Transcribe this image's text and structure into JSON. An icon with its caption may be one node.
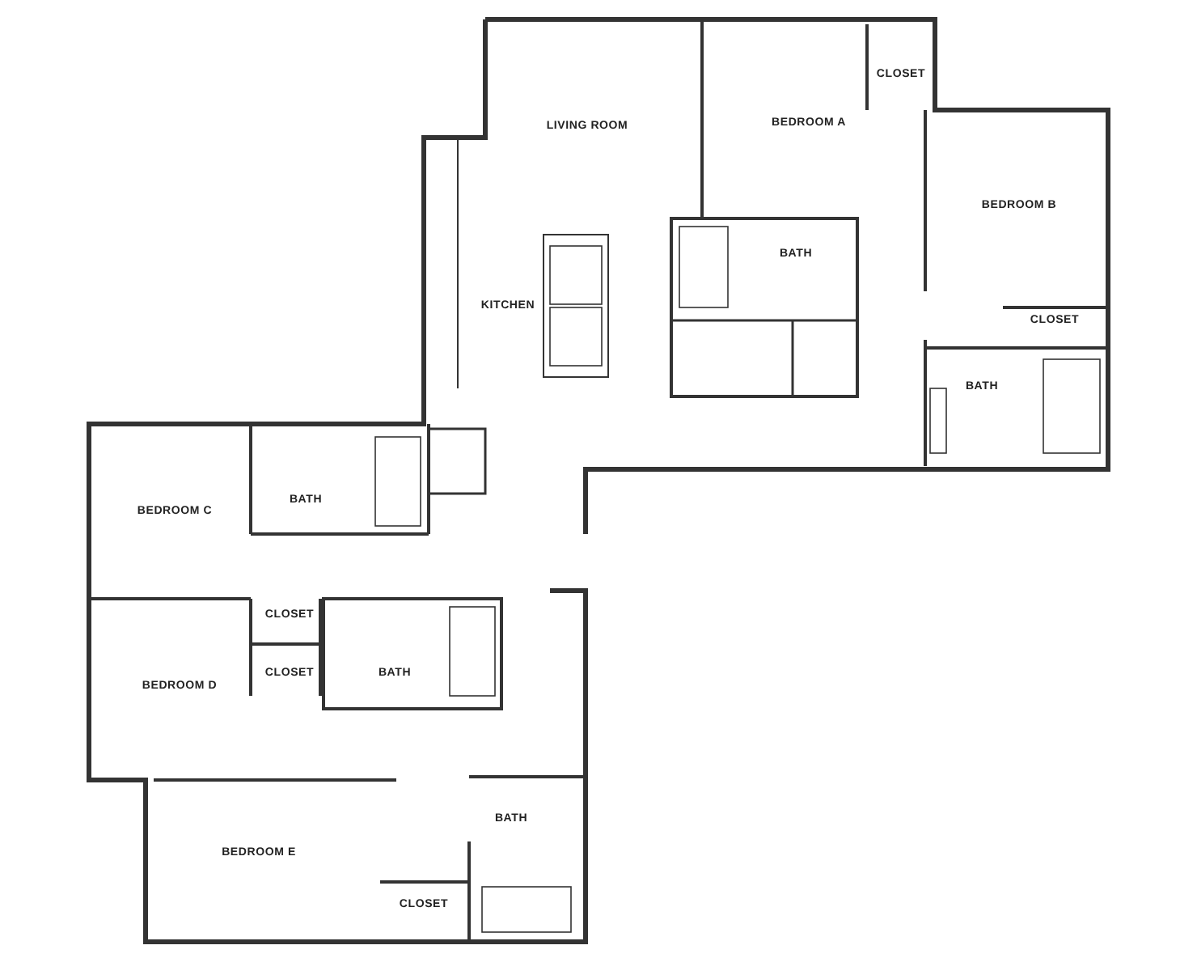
{
  "diagram": {
    "labels": [
      "CLOSET",
      "LIVING ROOM",
      "BEDROOM A",
      "BEDROOM B",
      "BATH",
      "KITCHEN",
      "CLOSET",
      "BATH",
      "BATH",
      "BEDROOM C",
      "CLOSET",
      "CLOSET",
      "BATH",
      "BEDROOM D",
      "BATH",
      "BEDROOM E",
      "CLOSET"
    ]
  }
}
